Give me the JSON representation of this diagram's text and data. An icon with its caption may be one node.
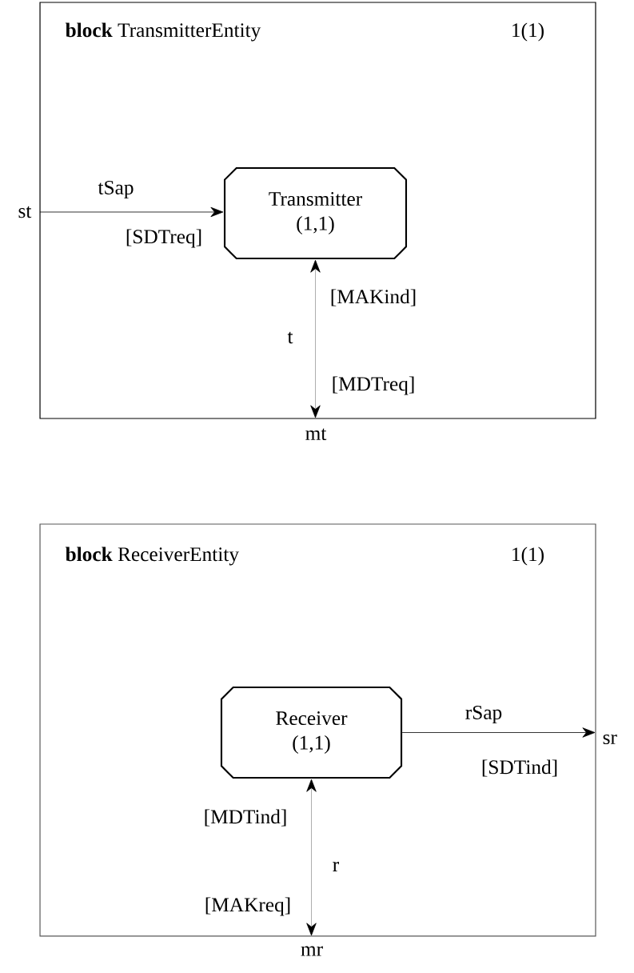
{
  "diagram": {
    "nodes": [
      {
        "text": [
          "**block** TransmitterEntity",
          "1(1)"
        ]
      },
      {
        "text": [
          "Transmitter",
          "(1,1)"
        ],
        "in": 0
      },
      {
        "text": [
          "st"
        ]
      },
      {
        "text": [
          "mt"
        ]
      },
      {
        "text": [
          "**block** ReceiverEntity",
          "1(1)"
        ]
      },
      {
        "text": [
          "Receiver",
          "(1,1)"
        ],
        "in": 4
      },
      {
        "text": [
          "sr"
        ]
      },
      {
        "text": [
          "mr"
        ]
      }
    ],
    "edges": [
      {
        "from": 2,
        "to": 1,
        "arrow": "to",
        "label": "tSap"
      },
      {
        "from": 1,
        "to": 3,
        "arrow": "both",
        "label": "t",
        "color": "#999999"
      },
      {
        "from": 5,
        "to": 6,
        "arrow": "to",
        "label": "rSap"
      },
      {
        "from": 5,
        "to": 7,
        "arrow": "both",
        "label": "r",
        "color": "#999999"
      }
    ],
    "labels": [
      "[SDTreq]",
      "[MAKind]",
      "[MDTreq]",
      "[SDTind]",
      "[MDTind]",
      "[MAKreq]"
    ]
  }
}
